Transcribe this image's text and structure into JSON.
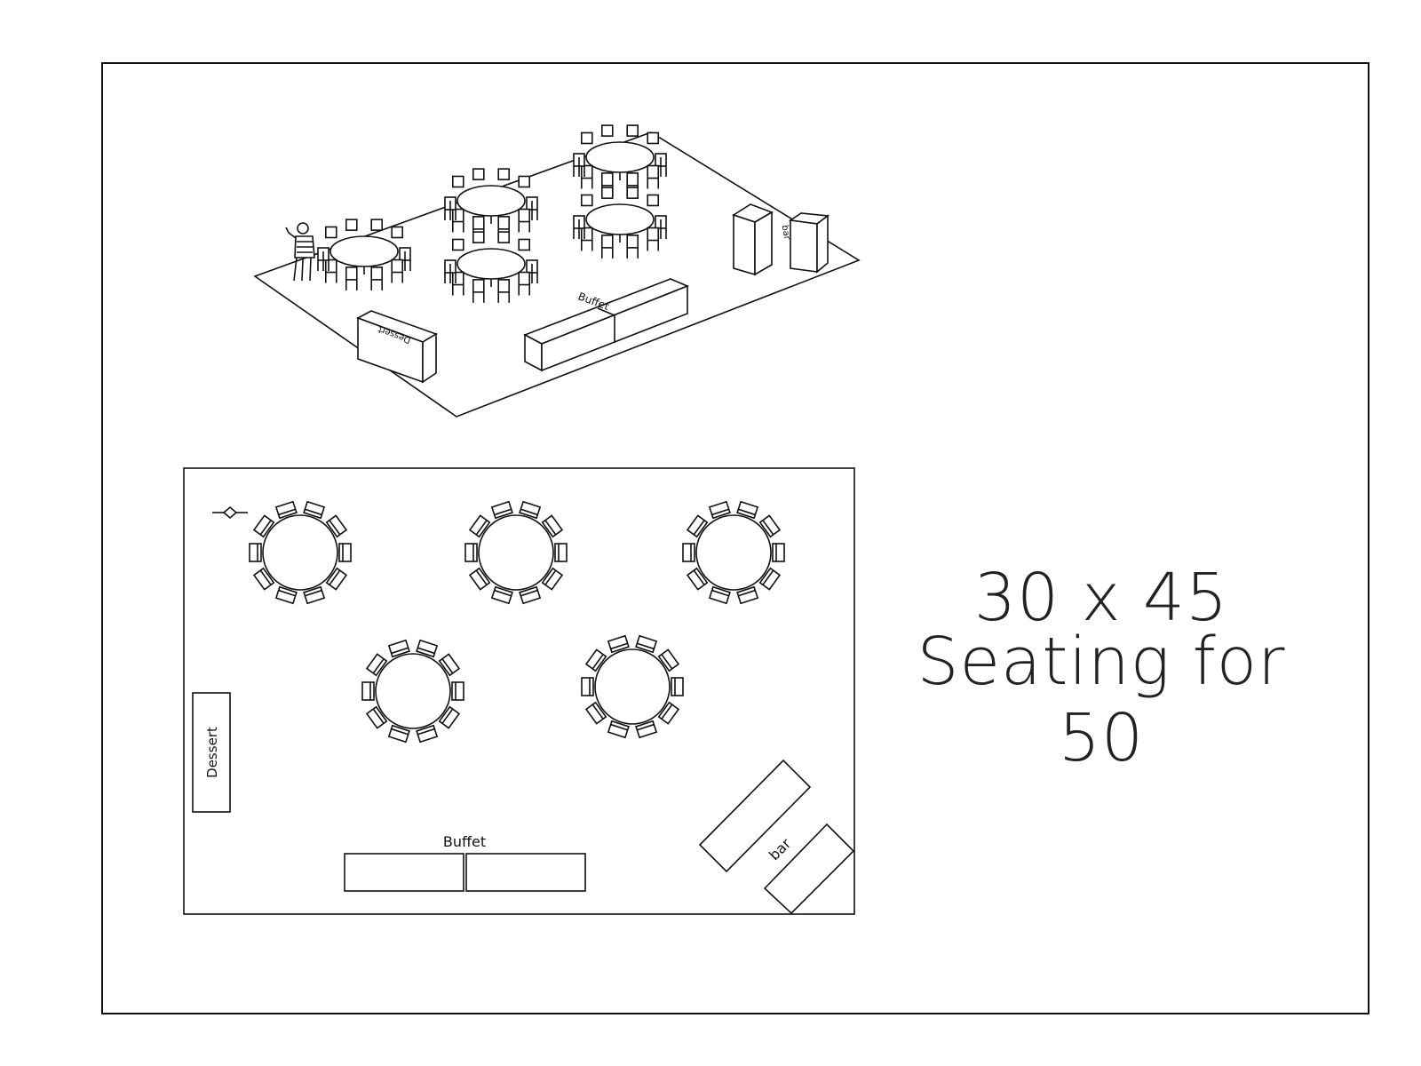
{
  "title": {
    "dimensions": "30 x 45",
    "seating": "Seating for 50"
  },
  "plan": {
    "buffet_label": "Buffet",
    "dessert_label": "Dessert",
    "bar_label": "bar",
    "round_tables": 5,
    "chairs_per_table": 10
  },
  "perspective": {
    "buffet_label": "Buffet",
    "dessert_label": "Dessert",
    "bar_label": "bar"
  },
  "colors": {
    "line": "#111111",
    "background": "#ffffff"
  }
}
